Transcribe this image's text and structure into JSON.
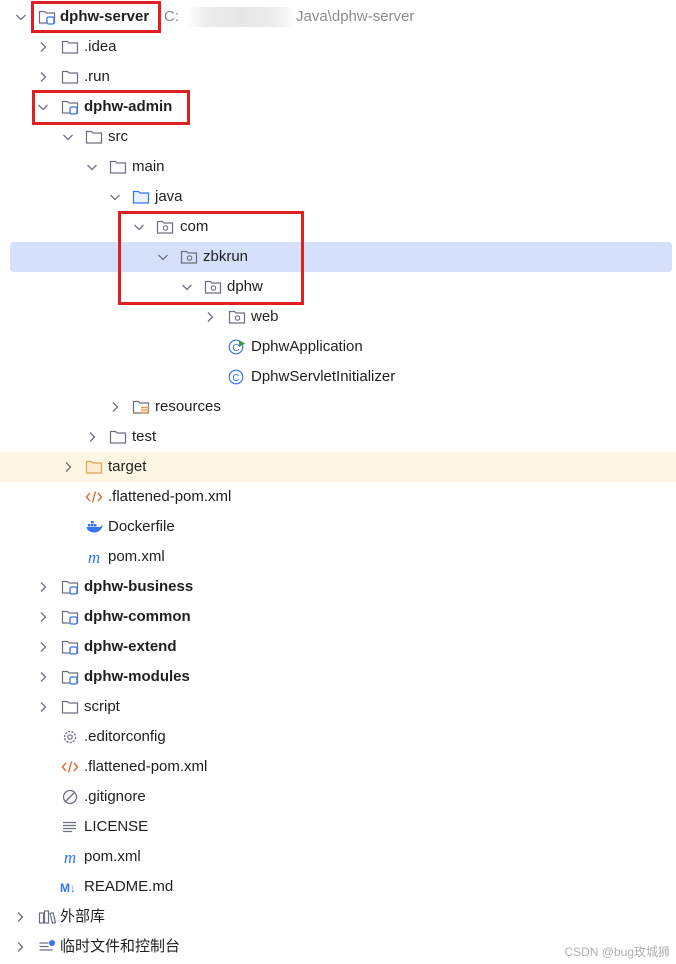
{
  "root": {
    "label": "dphw-server",
    "path_prefix": "C:",
    "path_suffix": "Java\\dphw-server"
  },
  "nodes": {
    "idea": ".idea",
    "run": ".run",
    "admin": "dphw-admin",
    "src": "src",
    "main": "main",
    "java": "java",
    "com": "com",
    "zbkrun": "zbkrun",
    "dphw": "dphw",
    "web": "web",
    "app": "DphwApplication",
    "servlet_init": "DphwServletInitializer",
    "resources": "resources",
    "test": "test",
    "target": "target",
    "admin_flattened": ".flattened-pom.xml",
    "dockerfile": "Dockerfile",
    "admin_pom": "pom.xml",
    "business": "dphw-business",
    "common": "dphw-common",
    "extend": "dphw-extend",
    "modules": "dphw-modules",
    "script": "script",
    "editorconfig": ".editorconfig",
    "root_flattened": ".flattened-pom.xml",
    "gitignore": ".gitignore",
    "license": "LICENSE",
    "root_pom": "pom.xml",
    "readme": "README.md",
    "external_libs": "外部库",
    "scratches": "临时文件和控制台"
  },
  "icon_text": {
    "maven": "m",
    "markdown": "M↓",
    "class": "C"
  },
  "watermark": "CSDN @bug玫城狮",
  "colors": {
    "selection": "#d5e0fb",
    "excluded_row": "#fdf6e3",
    "annotation_red": "#e02020",
    "module_badge": "#3574f0",
    "folder_stroke": "#6c707e",
    "java_folder": "#3574f0",
    "target_folder": "#e5a050",
    "xml_icon": "#e06c2e",
    "docker_icon": "#3574f0"
  }
}
